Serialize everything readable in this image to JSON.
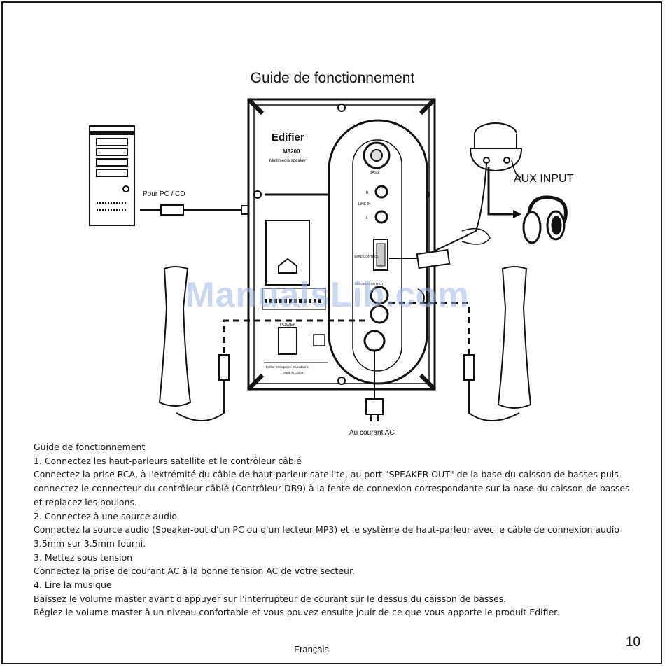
{
  "page": {
    "title": "Guide de fonctionnement",
    "language": "Français",
    "page_number": "10",
    "watermark": "ManualsLib.com"
  },
  "diagram": {
    "brand": "Edifier",
    "model": "M3200",
    "subtitle": "Multimedia speaker",
    "label_pc": "Pour PC / CD",
    "label_aux": "AUX INPUT",
    "label_ac": "Au courant AC",
    "label_power": "POWER",
    "label_maker": "Edifier Enterprises Canada Inc.",
    "label_made": "Made in China",
    "label_wire": "WIRE CONTROL",
    "label_speaker": "SPEAKER OUTPUT",
    "label_line": "LINE IN",
    "label_r": "R",
    "label_l": "L",
    "label_bass": "BASS"
  },
  "instructions": {
    "heading": "Guide de fonctionnement",
    "lines": [
      "1. Connectez les haut-parleurs satellite et le contrôleur câblé",
      "Connectez la prise RCA, à l'extrémité du câble de haut-parleur satellite, au port \"SPEAKER OUT\" de la base du caisson de basses puis",
      "connectez le connecteur du contrôleur câblé (Contrôleur DB9) à la fente de connexion correspondante sur la base du caisson de basses",
      "et replacez les boulons.",
      "2. Connectez à une source audio",
      "Connectez la source audio (Speaker-out d'un PC ou d'un lecteur MP3) et le système de haut-parleur avec le câble de connexion audio",
      "3.5mm sur 3.5mm fourni.",
      "3. Mettez sous tension",
      "Connectez la prise de courant AC à la bonne tension AC de votre secteur.",
      "4. Lire la musique",
      "Baissez le volume master avant d'appuyer sur l'interrupteur de courant sur le dessus du caisson de basses.",
      "Réglez le volume master à un niveau confortable et vous pouvez ensuite jouir de ce que vous apporte le produit Edifier."
    ]
  }
}
